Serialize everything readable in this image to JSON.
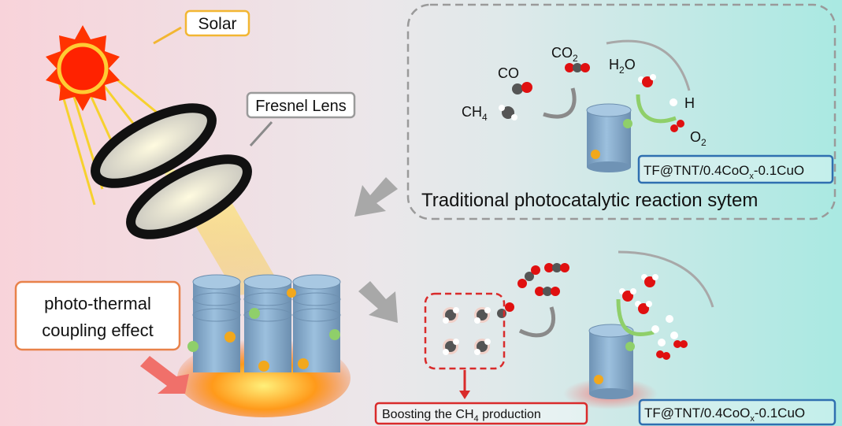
{
  "labels": {
    "solar": "Solar",
    "fresnel_lens": "Fresnel Lens",
    "photo_thermal_line1": "photo-thermal",
    "photo_thermal_line2": "coupling effect",
    "traditional_system": "Traditional photocatalytic reaction sytem",
    "boosting": {
      "pre": "Boosting the CH",
      "sub": "4",
      "post": " production"
    },
    "catalyst": {
      "pre": "TF@TNT/0.4CoO",
      "sub": "x",
      "post": "-0.1CuO"
    }
  },
  "molecules": {
    "co": "CO",
    "co2": {
      "main": "CO",
      "sub": "2"
    },
    "ch4": {
      "main": "CH",
      "sub": "4"
    },
    "h2o": {
      "pre": "H",
      "sub": "2",
      "post": "O"
    },
    "h": "H",
    "o2": {
      "main": "O",
      "sub": "2"
    }
  },
  "colors": {
    "solar_border": "#f2b632",
    "lens_border": "#9a9a9a",
    "thermal_border": "#e8824a",
    "boost_border": "#d92b2b",
    "catalyst_border": "#2f6fb0"
  }
}
